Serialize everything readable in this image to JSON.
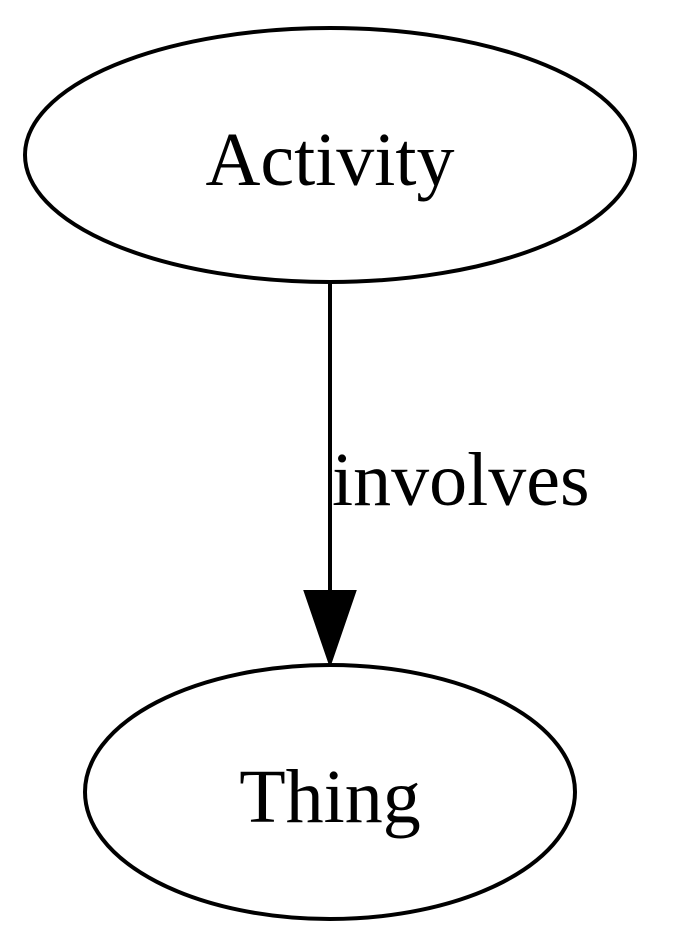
{
  "diagram": {
    "nodes": {
      "activity": {
        "label": "Activity"
      },
      "thing": {
        "label": "Thing"
      }
    },
    "edges": {
      "activity_to_thing": {
        "label": "involves"
      }
    },
    "colors": {
      "stroke": "#000000",
      "fill": "#ffffff",
      "background": "#ffffff"
    }
  }
}
